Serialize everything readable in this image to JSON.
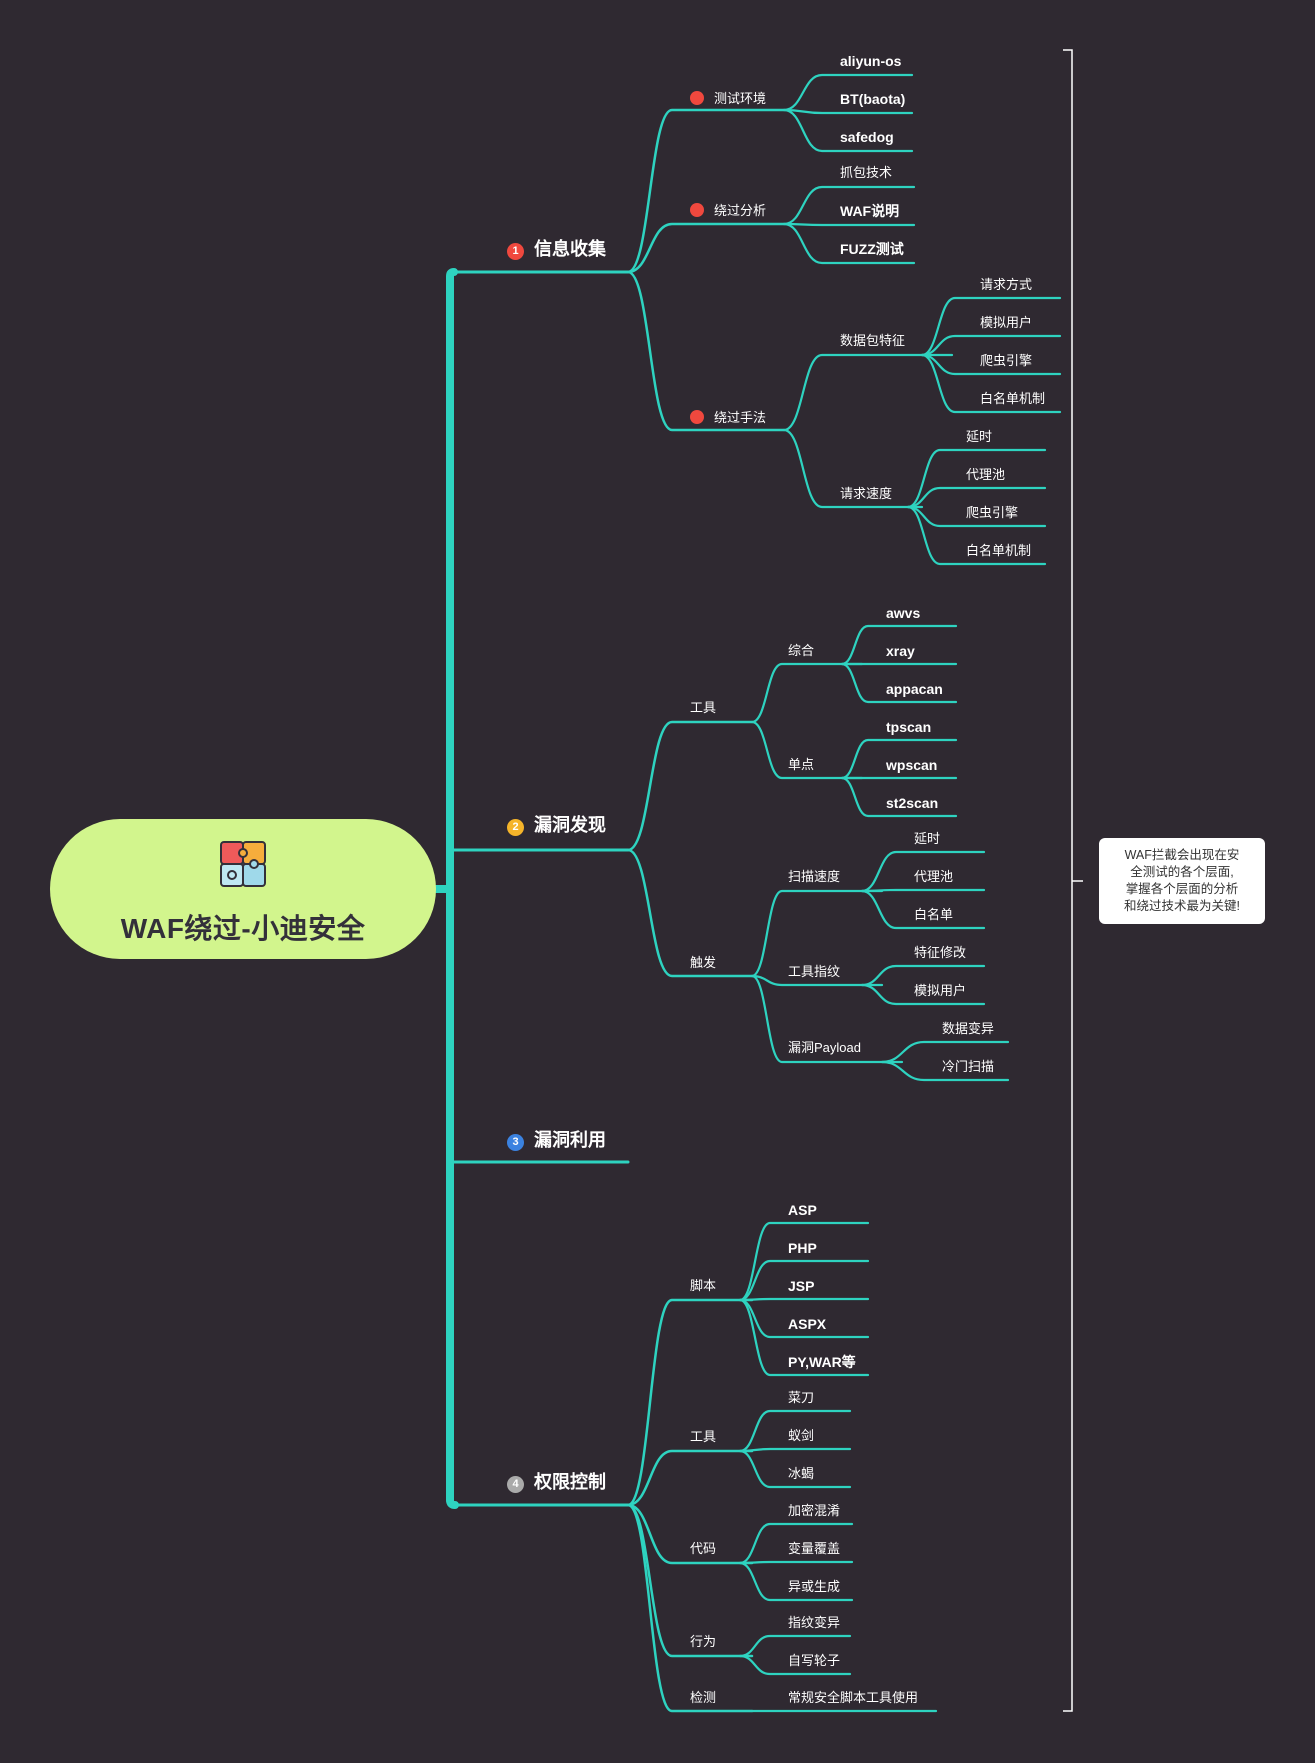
{
  "root": {
    "title": "WAF绕过-小迪安全",
    "icon": "puzzle-icon"
  },
  "colors": {
    "background": "#2f2931",
    "branch": "#2ed3c0",
    "root_fill": "#d2f58d",
    "red_dot": "#f0483e",
    "badge1": "#f0483e",
    "badge2": "#f5b42a",
    "badge3": "#3b82e0",
    "badge4": "#aaaaaa"
  },
  "branches": [
    {
      "num": "1",
      "label": "信息收集"
    },
    {
      "num": "2",
      "label": "漏洞发现"
    },
    {
      "num": "3",
      "label": "漏洞利用"
    },
    {
      "num": "4",
      "label": "权限控制"
    }
  ],
  "info": {
    "test_env": {
      "label": "测试环境",
      "items": [
        "aliyun-os",
        "BT(baota)",
        "safedog"
      ]
    },
    "bypass_analysis": {
      "label": "绕过分析",
      "items": [
        "抓包技术",
        "WAF说明",
        "FUZZ测试"
      ]
    },
    "bypass_method": {
      "label": "绕过手法",
      "packet": {
        "label": "数据包特征",
        "items": [
          "请求方式",
          "模拟用户",
          "爬虫引擎",
          "白名单机制"
        ]
      },
      "speed": {
        "label": "请求速度",
        "items": [
          "延时",
          "代理池",
          "爬虫引擎",
          "白名单机制"
        ]
      }
    }
  },
  "vuln_find": {
    "tools": {
      "label": "工具",
      "general": {
        "label": "综合",
        "items": [
          "awvs",
          "xray",
          "appacan"
        ]
      },
      "single": {
        "label": "单点",
        "items": [
          "tpscan",
          "wpscan",
          "st2scan"
        ]
      }
    },
    "trigger": {
      "label": "触发",
      "scan_speed": {
        "label": "扫描速度",
        "items": [
          "延时",
          "代理池",
          "白名单"
        ]
      },
      "fingerprint": {
        "label": "工具指纹",
        "items": [
          "特征修改",
          "模拟用户"
        ]
      },
      "payload": {
        "label": "漏洞Payload",
        "items": [
          "数据变异",
          "冷门扫描"
        ]
      }
    }
  },
  "privilege": {
    "script": {
      "label": "脚本",
      "items": [
        "ASP",
        "PHP",
        "JSP",
        "ASPX",
        "PY,WAR等"
      ]
    },
    "tools": {
      "label": "工具",
      "items": [
        "菜刀",
        "蚁剑",
        "冰蝎"
      ]
    },
    "code": {
      "label": "代码",
      "items": [
        "加密混淆",
        "变量覆盖",
        "异或生成"
      ]
    },
    "behavior": {
      "label": "行为",
      "items": [
        "指纹变异",
        "自写轮子"
      ]
    },
    "detect": {
      "label": "检测",
      "items": [
        "常规安全脚本工具使用"
      ]
    }
  },
  "note": {
    "lines": [
      "WAF拦截会出现在安",
      "全测试的各个层面,",
      "掌握各个层面的分析",
      "和绕过技术最为关键!"
    ]
  }
}
